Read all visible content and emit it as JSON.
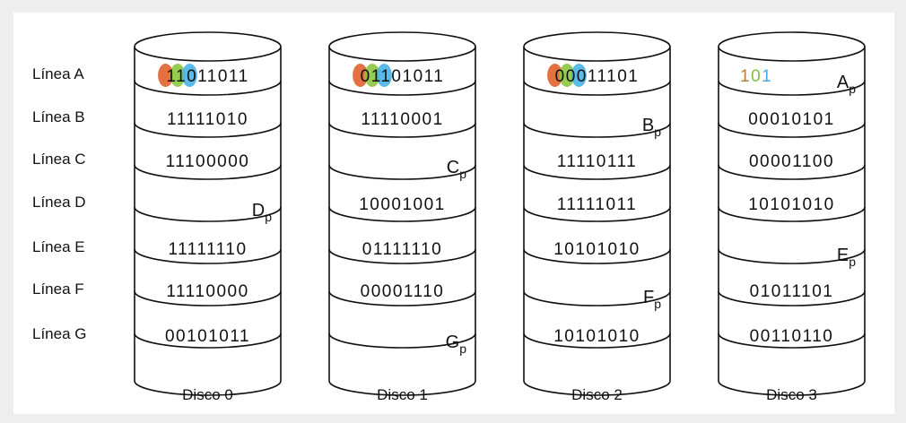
{
  "rows": [
    "Línea A",
    "Línea B",
    "Línea C",
    "Línea D",
    "Línea E",
    "Línea F",
    "Línea G"
  ],
  "highlight_colors": [
    "#e2622e",
    "#8cc63f",
    "#49b4e6"
  ],
  "disks": [
    {
      "label": "Disco 0",
      "cells": [
        {
          "type": "data",
          "text": "11011011",
          "highlight": true
        },
        {
          "type": "data",
          "text": "11111010"
        },
        {
          "type": "data",
          "text": "11100000"
        },
        {
          "type": "parity",
          "main": "D",
          "sub": "p"
        },
        {
          "type": "data",
          "text": "11111110"
        },
        {
          "type": "data",
          "text": "11110000"
        },
        {
          "type": "data",
          "text": "00101011"
        }
      ]
    },
    {
      "label": "Disco 1",
      "cells": [
        {
          "type": "data",
          "text": "01101011",
          "highlight": true
        },
        {
          "type": "data",
          "text": "11110001"
        },
        {
          "type": "parity",
          "main": "C",
          "sub": "p"
        },
        {
          "type": "data",
          "text": "10001001"
        },
        {
          "type": "data",
          "text": "01111110"
        },
        {
          "type": "data",
          "text": "00001110"
        },
        {
          "type": "parity",
          "main": "G",
          "sub": "p"
        }
      ]
    },
    {
      "label": "Disco 2",
      "cells": [
        {
          "type": "data",
          "text": "00011101",
          "highlight": true
        },
        {
          "type": "parity",
          "main": "B",
          "sub": "p"
        },
        {
          "type": "data",
          "text": "11110111"
        },
        {
          "type": "data",
          "text": "11111011"
        },
        {
          "type": "data",
          "text": "10101010"
        },
        {
          "type": "parity",
          "main": "F",
          "sub": "p"
        },
        {
          "type": "data",
          "text": "10101010"
        }
      ]
    },
    {
      "label": "Disco 3",
      "cells": [
        {
          "type": "parity",
          "main": "A",
          "sub": "p",
          "prefix": "101",
          "prefix_colors": [
            "#b5803a",
            "#7fbf3f",
            "#4aa8df"
          ]
        },
        {
          "type": "data",
          "text": "00010101"
        },
        {
          "type": "data",
          "text": "00001100"
        },
        {
          "type": "data",
          "text": "10101010"
        },
        {
          "type": "parity",
          "main": "E",
          "sub": "p"
        },
        {
          "type": "data",
          "text": "01011101"
        },
        {
          "type": "data",
          "text": "00110110"
        }
      ]
    }
  ]
}
